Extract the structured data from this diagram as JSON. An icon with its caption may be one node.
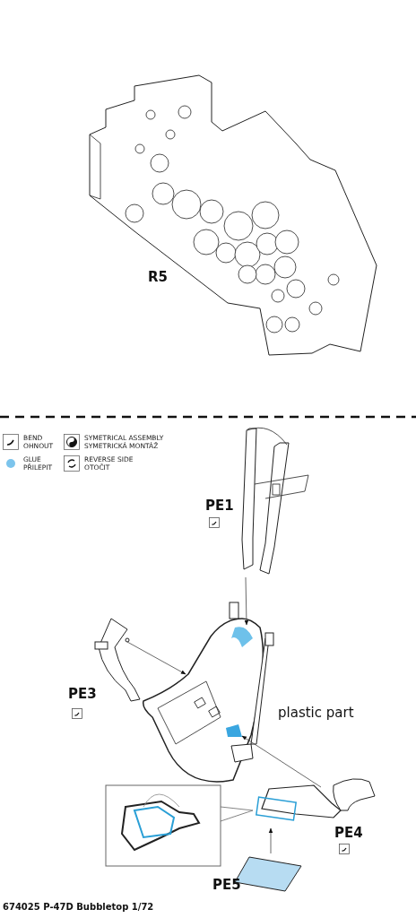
{
  "diagram": {
    "nodes": [
      {
        "text": [
          "R5"
        ]
      },
      {
        "text": [
          "PE1"
        ]
      },
      {
        "text": [
          "plastic part"
        ]
      },
      {
        "text": [
          "PE3"
        ]
      },
      {
        "text": [
          "PE4"
        ]
      },
      {
        "text": [
          "PE5"
        ]
      }
    ],
    "edges": [
      {
        "from": 1,
        "to": 2,
        "arrow": "to"
      },
      {
        "from": 3,
        "to": 2,
        "arrow": "to"
      },
      {
        "from": 4,
        "to": 2,
        "arrow": "to"
      },
      {
        "from": 5,
        "to": 4,
        "arrow": "to"
      }
    ],
    "labels": [
      "674025 P-47D Bubbletop 1/72"
    ],
    "legend": [
      {
        "text": "BEND OHNOUT"
      },
      {
        "text": "SYMETRICAL ASSEMBLY SYMETRICKÁ MONTÁŽ"
      },
      {
        "text": "GLUE PŘILEPIT",
        "color": "#7cc4ec"
      },
      {
        "text": "REVERSE SIDE OTOČIT"
      }
    ]
  }
}
